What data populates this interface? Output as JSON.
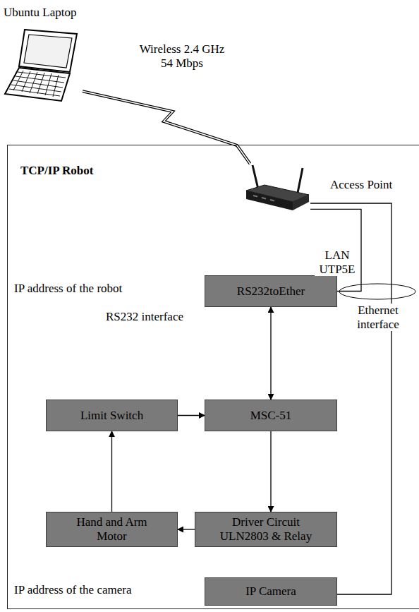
{
  "diagram": {
    "nodes": [
      {
        "text": [
          "Ubuntu Laptop"
        ]
      },
      {
        "text": [
          "TCP/IP Robot"
        ]
      },
      {
        "text": [
          "Access Point"
        ],
        "in": 1
      },
      {
        "text": [
          "RS232toEther"
        ],
        "in": 1
      },
      {
        "text": [
          "MSC-51"
        ],
        "in": 1
      },
      {
        "text": [
          "Limit Switch"
        ],
        "in": 1
      },
      {
        "text": [
          "Driver Circuit ULN2803 & Relay"
        ],
        "in": 1
      },
      {
        "text": [
          "Hand and Arm Motor"
        ],
        "in": 1
      },
      {
        "text": [
          "IP Camera"
        ],
        "in": 1
      }
    ],
    "edges": [
      {
        "from": 0,
        "to": 2,
        "arrow": "none",
        "label": "Wireless 2.4 GHz 54 Mbps"
      },
      {
        "from": 2,
        "to": 3,
        "arrow": "none"
      },
      {
        "from": 2,
        "to": 8,
        "arrow": "none"
      },
      {
        "from": 3,
        "to": 4,
        "arrow": "both",
        "label": "RS232 interface"
      },
      {
        "from": 5,
        "to": 4,
        "arrow": "to"
      },
      {
        "from": 4,
        "to": 6,
        "arrow": "to"
      },
      {
        "from": 6,
        "to": 7,
        "arrow": "to"
      },
      {
        "from": 7,
        "to": 5,
        "arrow": "to"
      }
    ],
    "labels": [
      "IP address of the robot",
      "LAN UTP5E",
      "Ethernet interface",
      "IP address of the camera"
    ]
  }
}
